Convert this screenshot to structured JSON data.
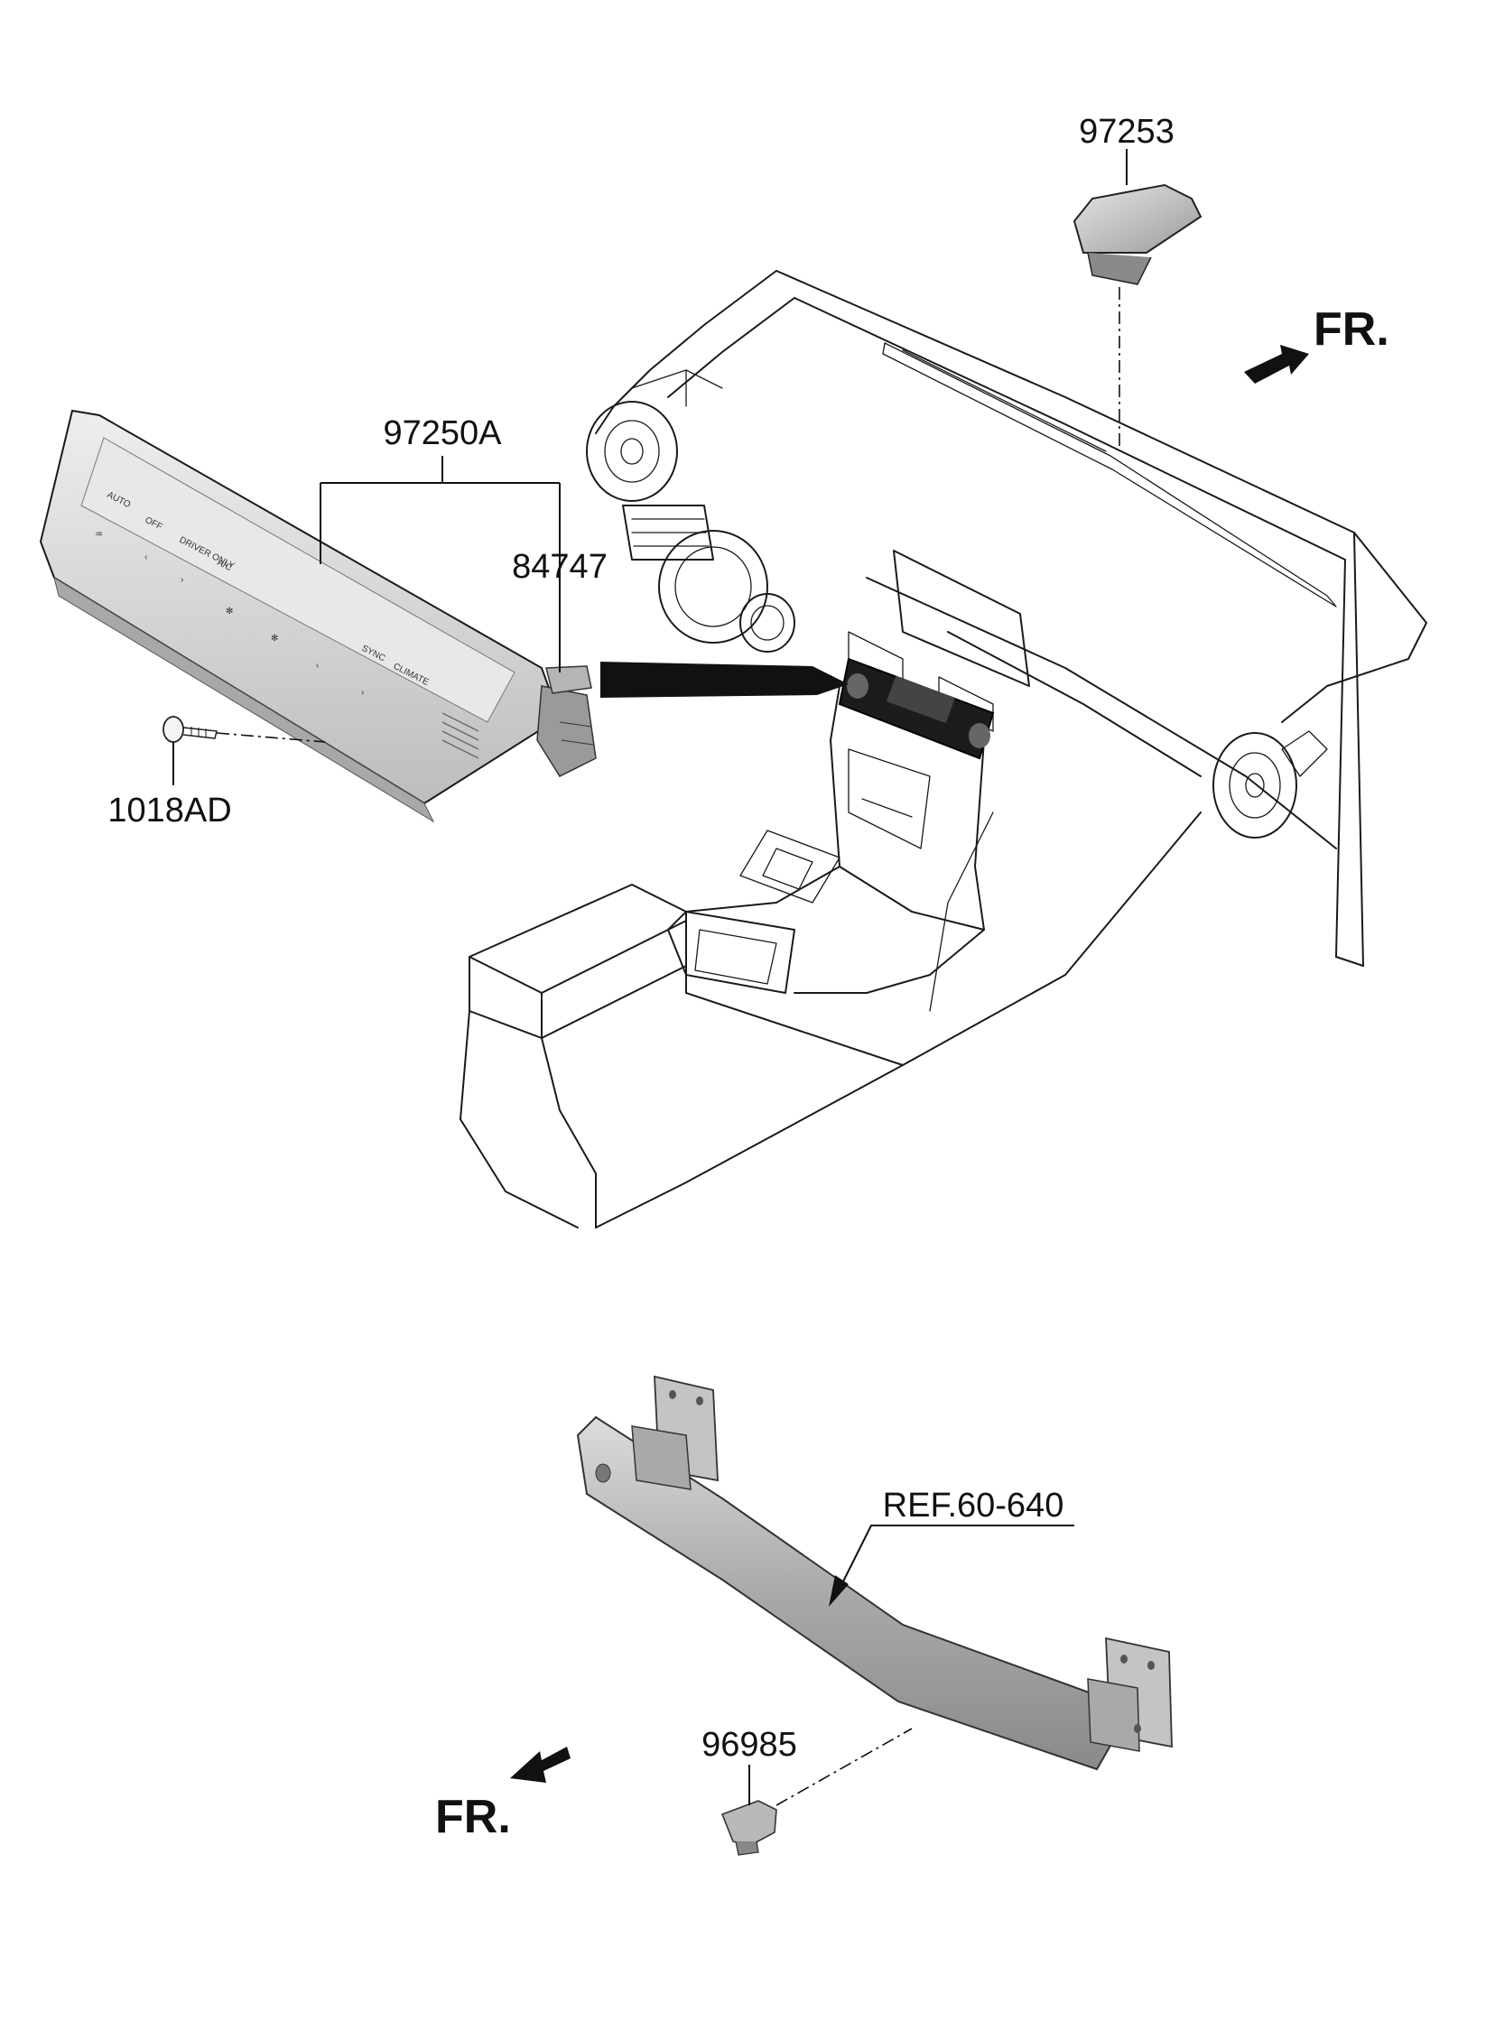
{
  "parts": {
    "p97253": "97253",
    "p97250A": "97250A",
    "p84747": "84747",
    "p1018AD": "1018AD",
    "ref": "REF.60-640",
    "p96985": "96985"
  },
  "front": {
    "top": "FR.",
    "bottom": "FR."
  },
  "panel_buttons": {
    "auto": "AUTO",
    "off": "OFF",
    "driver_only": "DRIVER ONLY",
    "ac": "A/C",
    "sync": "SYNC",
    "climate": "CLIMATE"
  },
  "icons": [
    "arrow-right-icon",
    "arrow-left-icon",
    "fan-icon",
    "defrost-icon"
  ],
  "colors": {
    "line": "#1a1a1a",
    "part_gray": "#c8c8c8",
    "highlight": "#111111"
  }
}
